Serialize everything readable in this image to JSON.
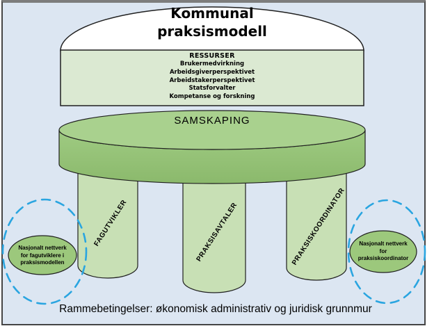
{
  "colors": {
    "background": "#dce6f2",
    "frame_border": "#454545",
    "frame_top_border": "#7d7d7d",
    "arch_fill": "#ffffff",
    "resources_box_fill": "#dbe9d2",
    "disc_top_fill": "#a9d18e",
    "disc_body_light": "#9fcb82",
    "disc_body_dark": "#8bb96c",
    "pillar_fill": "#c8e0b5",
    "network_ellipse_fill": "#9cc87c",
    "dashed_circle_stroke": "#2aa5e0",
    "outline": "#1f1f1f",
    "text": "#000000"
  },
  "diagram": {
    "title": {
      "line1": "Kommunal",
      "line2": "praksismodell"
    },
    "resources": {
      "heading": "RESSURSER",
      "items": [
        "Brukermedvirkning",
        "Arbeidsgiverperspektivet",
        "Arbeidstakerperspektivet",
        "Statsforvalter",
        "Kompetanse og forskning"
      ]
    },
    "platform_label": "SAMSKAPING",
    "pillars": [
      {
        "label": "FAGUTVIKLER"
      },
      {
        "label": "PRAKSISAVTALER"
      },
      {
        "label": "PRAKSISKOORDINATOR"
      }
    ],
    "network_left": {
      "line1": "Nasjonalt nettverk",
      "line2": "for fagutviklere i",
      "line3": "praksismodellen"
    },
    "network_right": {
      "line1": "Nasjonalt nettverk",
      "line2": "for",
      "line3": "praksiskoordinator"
    },
    "foundation_label": "Rammebetingelser: økonomisk administrativ og juridisk grunnmur"
  }
}
